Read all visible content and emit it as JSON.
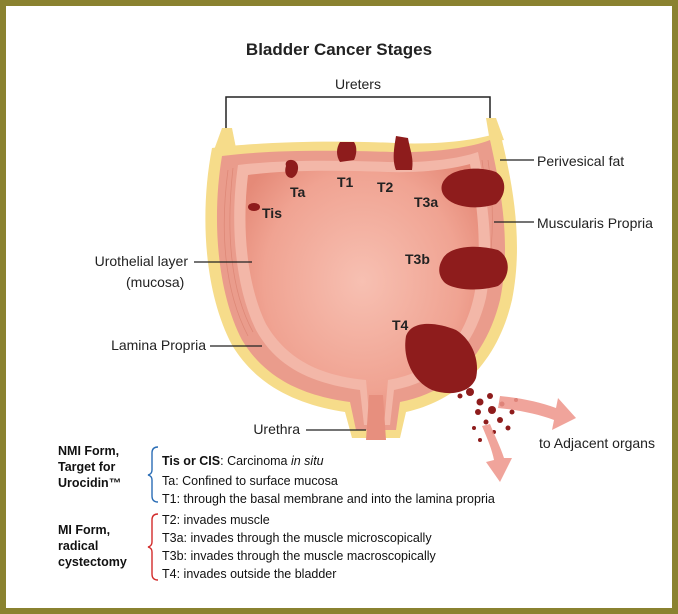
{
  "title": "Bladder Cancer Stages",
  "labels": {
    "ureters": "Ureters",
    "perivesical_fat": "Perivesical fat",
    "muscularis_propria": "Muscularis Propria",
    "urothelial_line1": "Urothelial layer",
    "urothelial_line2": "(mucosa)",
    "lamina_propria": "Lamina Propria",
    "urethra": "Urethra",
    "adjacent": "to Adjacent organs"
  },
  "stages": {
    "ta": "Ta",
    "t1": "T1",
    "t2": "T2",
    "t3a": "T3a",
    "tis": "Tis",
    "t3b": "T3b",
    "t4": "T4"
  },
  "groups": {
    "nmi": [
      "NMI Form,",
      "Target for",
      "Urocidin™"
    ],
    "mi": [
      "MI Form,",
      "radical",
      "cystectomy"
    ]
  },
  "legend": [
    {
      "term": "Tis or CIS",
      "desc": ": Carcinoma ",
      "em": "in situ"
    },
    {
      "term": "Ta",
      "desc": ": Confined to surface mucosa",
      "em": ""
    },
    {
      "term": "T1",
      "desc": ": through the basal membrane and into the lamina propria",
      "em": ""
    },
    {
      "term": "T2",
      "desc": ": invades muscle",
      "em": ""
    },
    {
      "term": "T3a",
      "desc": ": invades through the muscle microscopically",
      "em": ""
    },
    {
      "term": "T3b",
      "desc": ": invades through the muscle macroscopically",
      "em": ""
    },
    {
      "term": "T4",
      "desc": ": invades outside the bladder",
      "em": ""
    }
  ],
  "colors": {
    "frame": "#8a8230",
    "fat": "#f6dc8a",
    "muscle": "#ea9c8c",
    "mucosa": "#f3b7a8",
    "lumen": "#f0a090",
    "tumor": "#8e1c1c",
    "arrow": "#f0a49a",
    "nmi_bracket": "#2a6db5",
    "mi_bracket": "#d22c2c"
  }
}
